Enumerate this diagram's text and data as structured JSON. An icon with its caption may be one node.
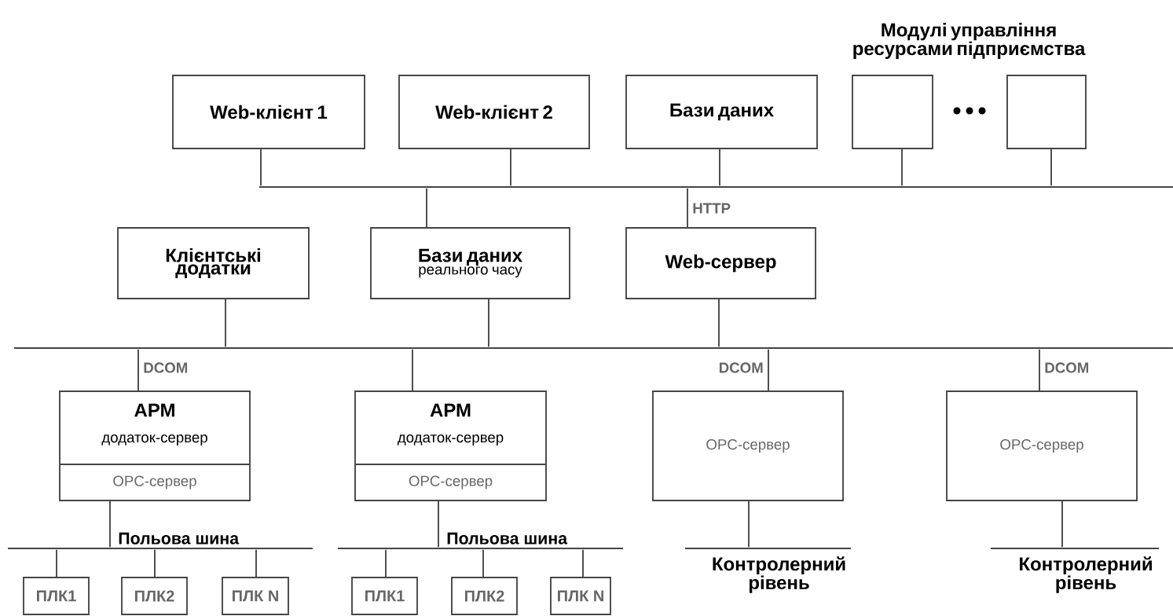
{
  "diagram": {
    "nodes": [
      {
        "text": [
          "Web-клієнт 1"
        ]
      },
      {
        "text": [
          "Web-клієнт 2"
        ]
      },
      {
        "text": [
          "Бази даних"
        ]
      },
      {
        "text": [],
        "shape": "box"
      },
      {
        "text": [],
        "shape": "box"
      },
      {
        "text": [],
        "shape": "bar"
      },
      {
        "text": [
          "Клієнтські додатки"
        ]
      },
      {
        "text": [
          "Бази даних",
          "реального часу"
        ]
      },
      {
        "text": [
          "Web-сервер"
        ]
      },
      {
        "text": [],
        "shape": "bar"
      },
      {
        "text": [
          "АРМ",
          "додаток-сервер",
          "OPC-сервер"
        ]
      },
      {
        "text": [
          "АРМ",
          "додаток-сервер",
          "OPC-сервер"
        ]
      },
      {
        "text": [
          "OPC-сервер"
        ]
      },
      {
        "text": [
          "OPC-сервер"
        ]
      },
      {
        "text": [
          "Польова шина"
        ]
      },
      {
        "text": [
          "Польова шина"
        ]
      },
      {
        "text": [
          "Контролерний рівень"
        ]
      },
      {
        "text": [
          "Контролерний рівень"
        ]
      },
      {
        "text": [
          "ПЛК1"
        ]
      },
      {
        "text": [
          "ПЛК2"
        ]
      },
      {
        "text": [
          "ПЛК N"
        ]
      },
      {
        "text": [
          "ПЛК1"
        ]
      },
      {
        "text": [
          "ПЛК2"
        ]
      },
      {
        "text": [
          "ПЛК N"
        ]
      }
    ],
    "edges": [
      {
        "from": 0,
        "to": 5,
        "arrow": "none"
      },
      {
        "from": 1,
        "to": 5,
        "arrow": "none"
      },
      {
        "from": 2,
        "to": 5,
        "arrow": "none"
      },
      {
        "from": 3,
        "to": 5,
        "arrow": "none"
      },
      {
        "from": 4,
        "to": 5,
        "arrow": "none"
      },
      {
        "from": 5,
        "to": 7,
        "arrow": "none"
      },
      {
        "from": 5,
        "to": 8,
        "arrow": "none",
        "label": "HTTP"
      },
      {
        "from": 6,
        "to": 9,
        "arrow": "none"
      },
      {
        "from": 7,
        "to": 9,
        "arrow": "none"
      },
      {
        "from": 8,
        "to": 9,
        "arrow": "none"
      },
      {
        "from": 9,
        "to": 10,
        "arrow": "none",
        "label": "DCOM"
      },
      {
        "from": 9,
        "to": 11,
        "arrow": "none"
      },
      {
        "from": 9,
        "to": 12,
        "arrow": "none",
        "label": "DCOM"
      },
      {
        "from": 9,
        "to": 13,
        "arrow": "none",
        "label": "DCOM"
      },
      {
        "from": 10,
        "to": 14,
        "arrow": "none"
      },
      {
        "from": 11,
        "to": 15,
        "arrow": "none"
      },
      {
        "from": 12,
        "to": 16,
        "arrow": "none"
      },
      {
        "from": 13,
        "to": 17,
        "arrow": "none"
      },
      {
        "from": 14,
        "to": 18,
        "arrow": "none"
      },
      {
        "from": 14,
        "to": 19,
        "arrow": "none"
      },
      {
        "from": 14,
        "to": 20,
        "arrow": "none"
      },
      {
        "from": 15,
        "to": 21,
        "arrow": "none"
      },
      {
        "from": 15,
        "to": 22,
        "arrow": "none"
      },
      {
        "from": 15,
        "to": 23,
        "arrow": "none"
      }
    ],
    "labels": [
      "Модулі управління ресурсами підприємства"
    ]
  }
}
